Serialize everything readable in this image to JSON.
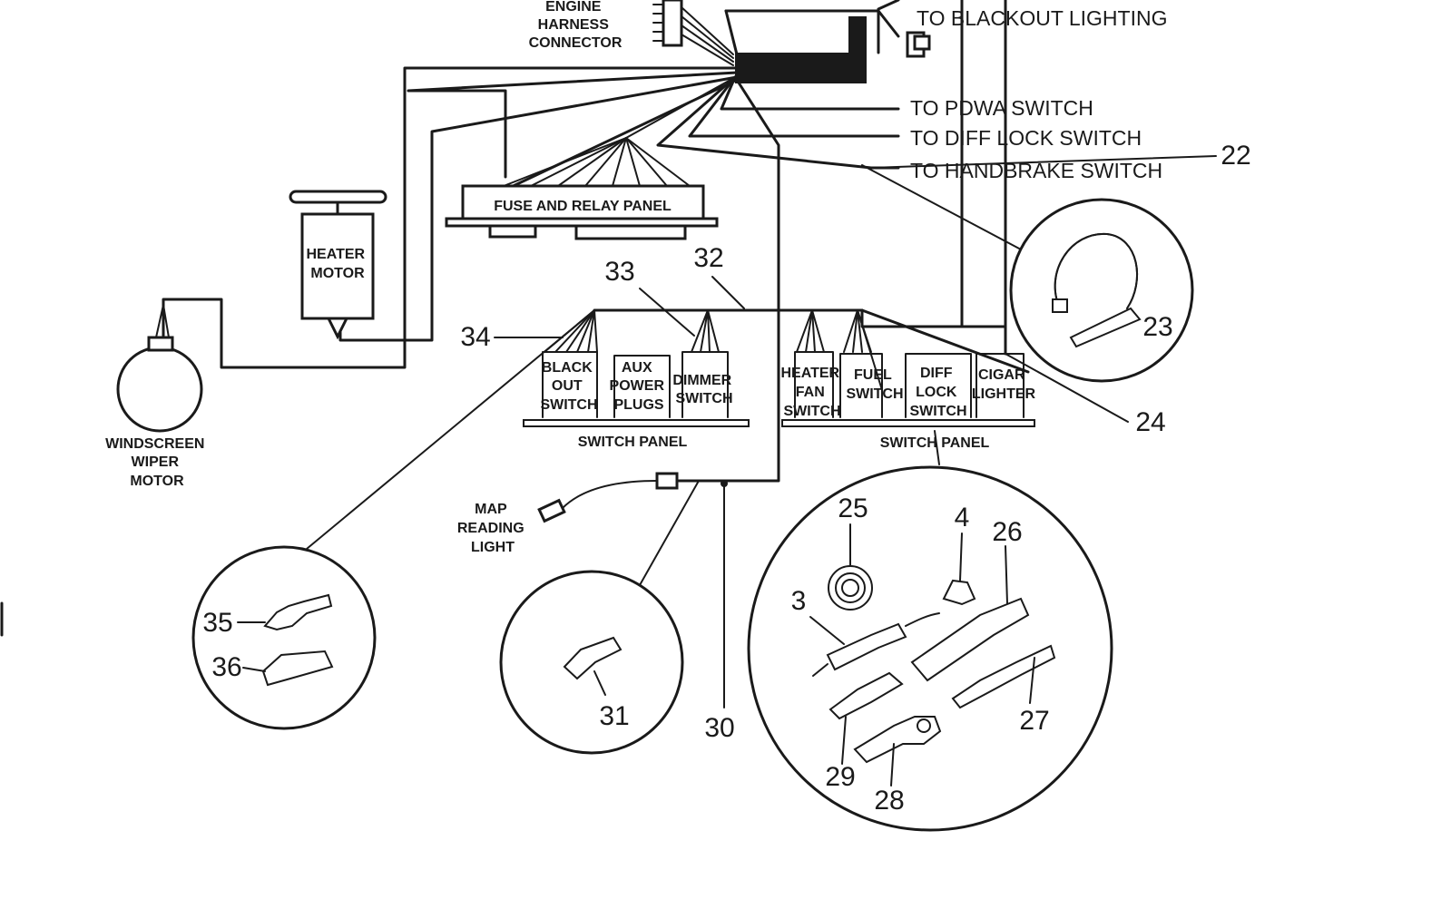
{
  "labels": {
    "engine_harness_connector": [
      "ENGINE",
      "HARNESS",
      "CONNECTOR"
    ],
    "to_blackout_lighting": "TO BLACKOUT LIGHTING",
    "to_pdwa_switch": "TO PDWA SWITCH",
    "to_diff_lock_switch": "TO DIFF  LOCK SWITCH",
    "to_handbrake_switch": "TO HANDBRAKE SWITCH",
    "fuse_and_relay_panel": "FUSE AND RELAY PANEL",
    "heater_motor": [
      "HEATER",
      "MOTOR"
    ],
    "windscreen_wiper_motor": [
      "WINDSCREEN",
      "WIPER",
      "MOTOR"
    ],
    "blackout_switch": [
      "BLACK",
      "OUT",
      "SWITCH"
    ],
    "aux_power_plugs": [
      "AUX",
      "POWER",
      "PLUGS"
    ],
    "dimmer_switch": [
      "DIMMER",
      "SWITCH"
    ],
    "heater_fan_switch": [
      "HEATER",
      "FAN",
      "SWITCH"
    ],
    "fuel_switch": [
      "FUEL",
      "SWITCH"
    ],
    "diff_lock_switch": [
      "DIFF",
      "LOCK",
      "SWITCH"
    ],
    "cigar_lighter": [
      "CIGAR",
      "LIGHTER"
    ],
    "switch_panel_left": "SWITCH PANEL",
    "switch_panel_right": "SWITCH PANEL",
    "map_reading_light": [
      "MAP",
      "READING",
      "LIGHT"
    ]
  },
  "callouts": {
    "n22": "22",
    "n23": "23",
    "n24": "24",
    "n25": "25",
    "n26": "26",
    "n27": "27",
    "n28": "28",
    "n29": "29",
    "n30": "30",
    "n31": "31",
    "n32": "32",
    "n33": "33",
    "n34": "34",
    "n35": "35",
    "n36": "36",
    "n3": "3",
    "n4": "4"
  }
}
